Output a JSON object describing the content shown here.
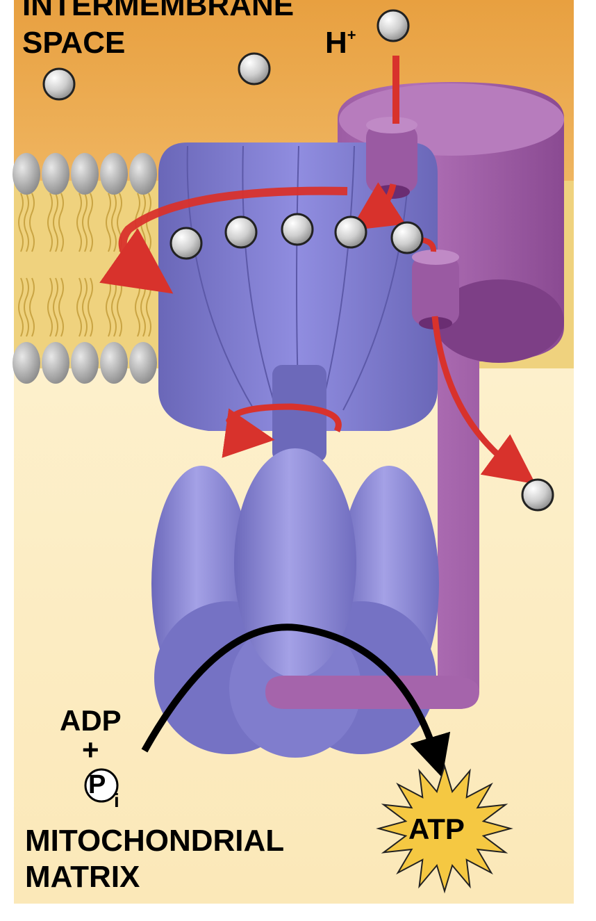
{
  "labels": {
    "intermembrane_line1": "INTERMEMBRANE",
    "intermembrane_line2": "SPACE",
    "h_base": "H",
    "h_charge": "+",
    "adp": "ADP",
    "plus": "+",
    "pi_p": "P",
    "pi_i": "i",
    "matrix_line1": "MITOCHONDRIAL",
    "matrix_line2": "MATRIX",
    "atp": "ATP"
  },
  "colors": {
    "intermembrane_space": "#e6a04a",
    "matrix": "#fcedc4",
    "lipid_head": "#a8a8a8",
    "lipid_tail": "#e8c96a",
    "rotor": "#7c79c6",
    "stator": "#a060a8",
    "proton_arrow": "#d8322c",
    "atp_star": "#f5c842",
    "reaction_arrow": "#000000"
  }
}
